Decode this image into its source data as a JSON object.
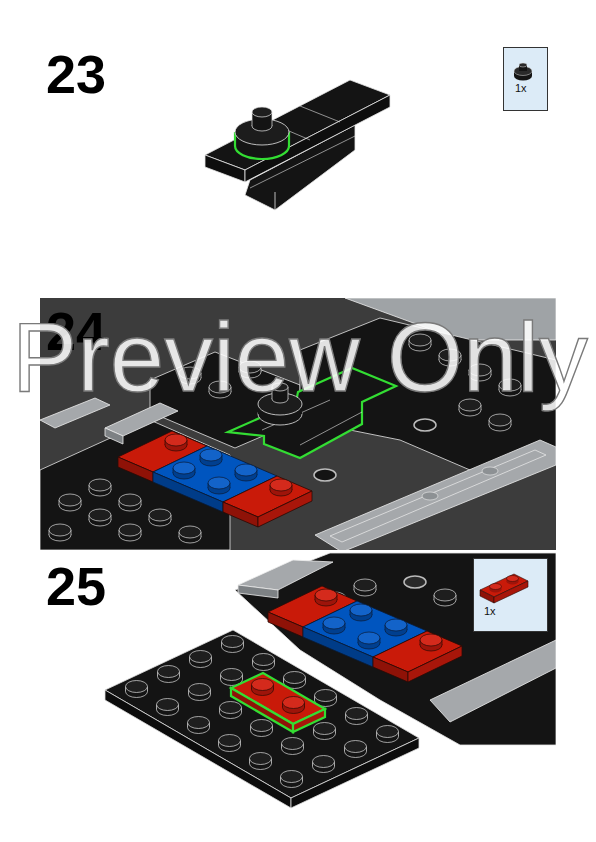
{
  "diagram": {
    "nodes": [
      {
        "text": [
          "1x"
        ]
      },
      {
        "text": [
          "1x"
        ]
      }
    ],
    "labels": [
      "23",
      "24",
      "Preview Only",
      "25"
    ]
  }
}
